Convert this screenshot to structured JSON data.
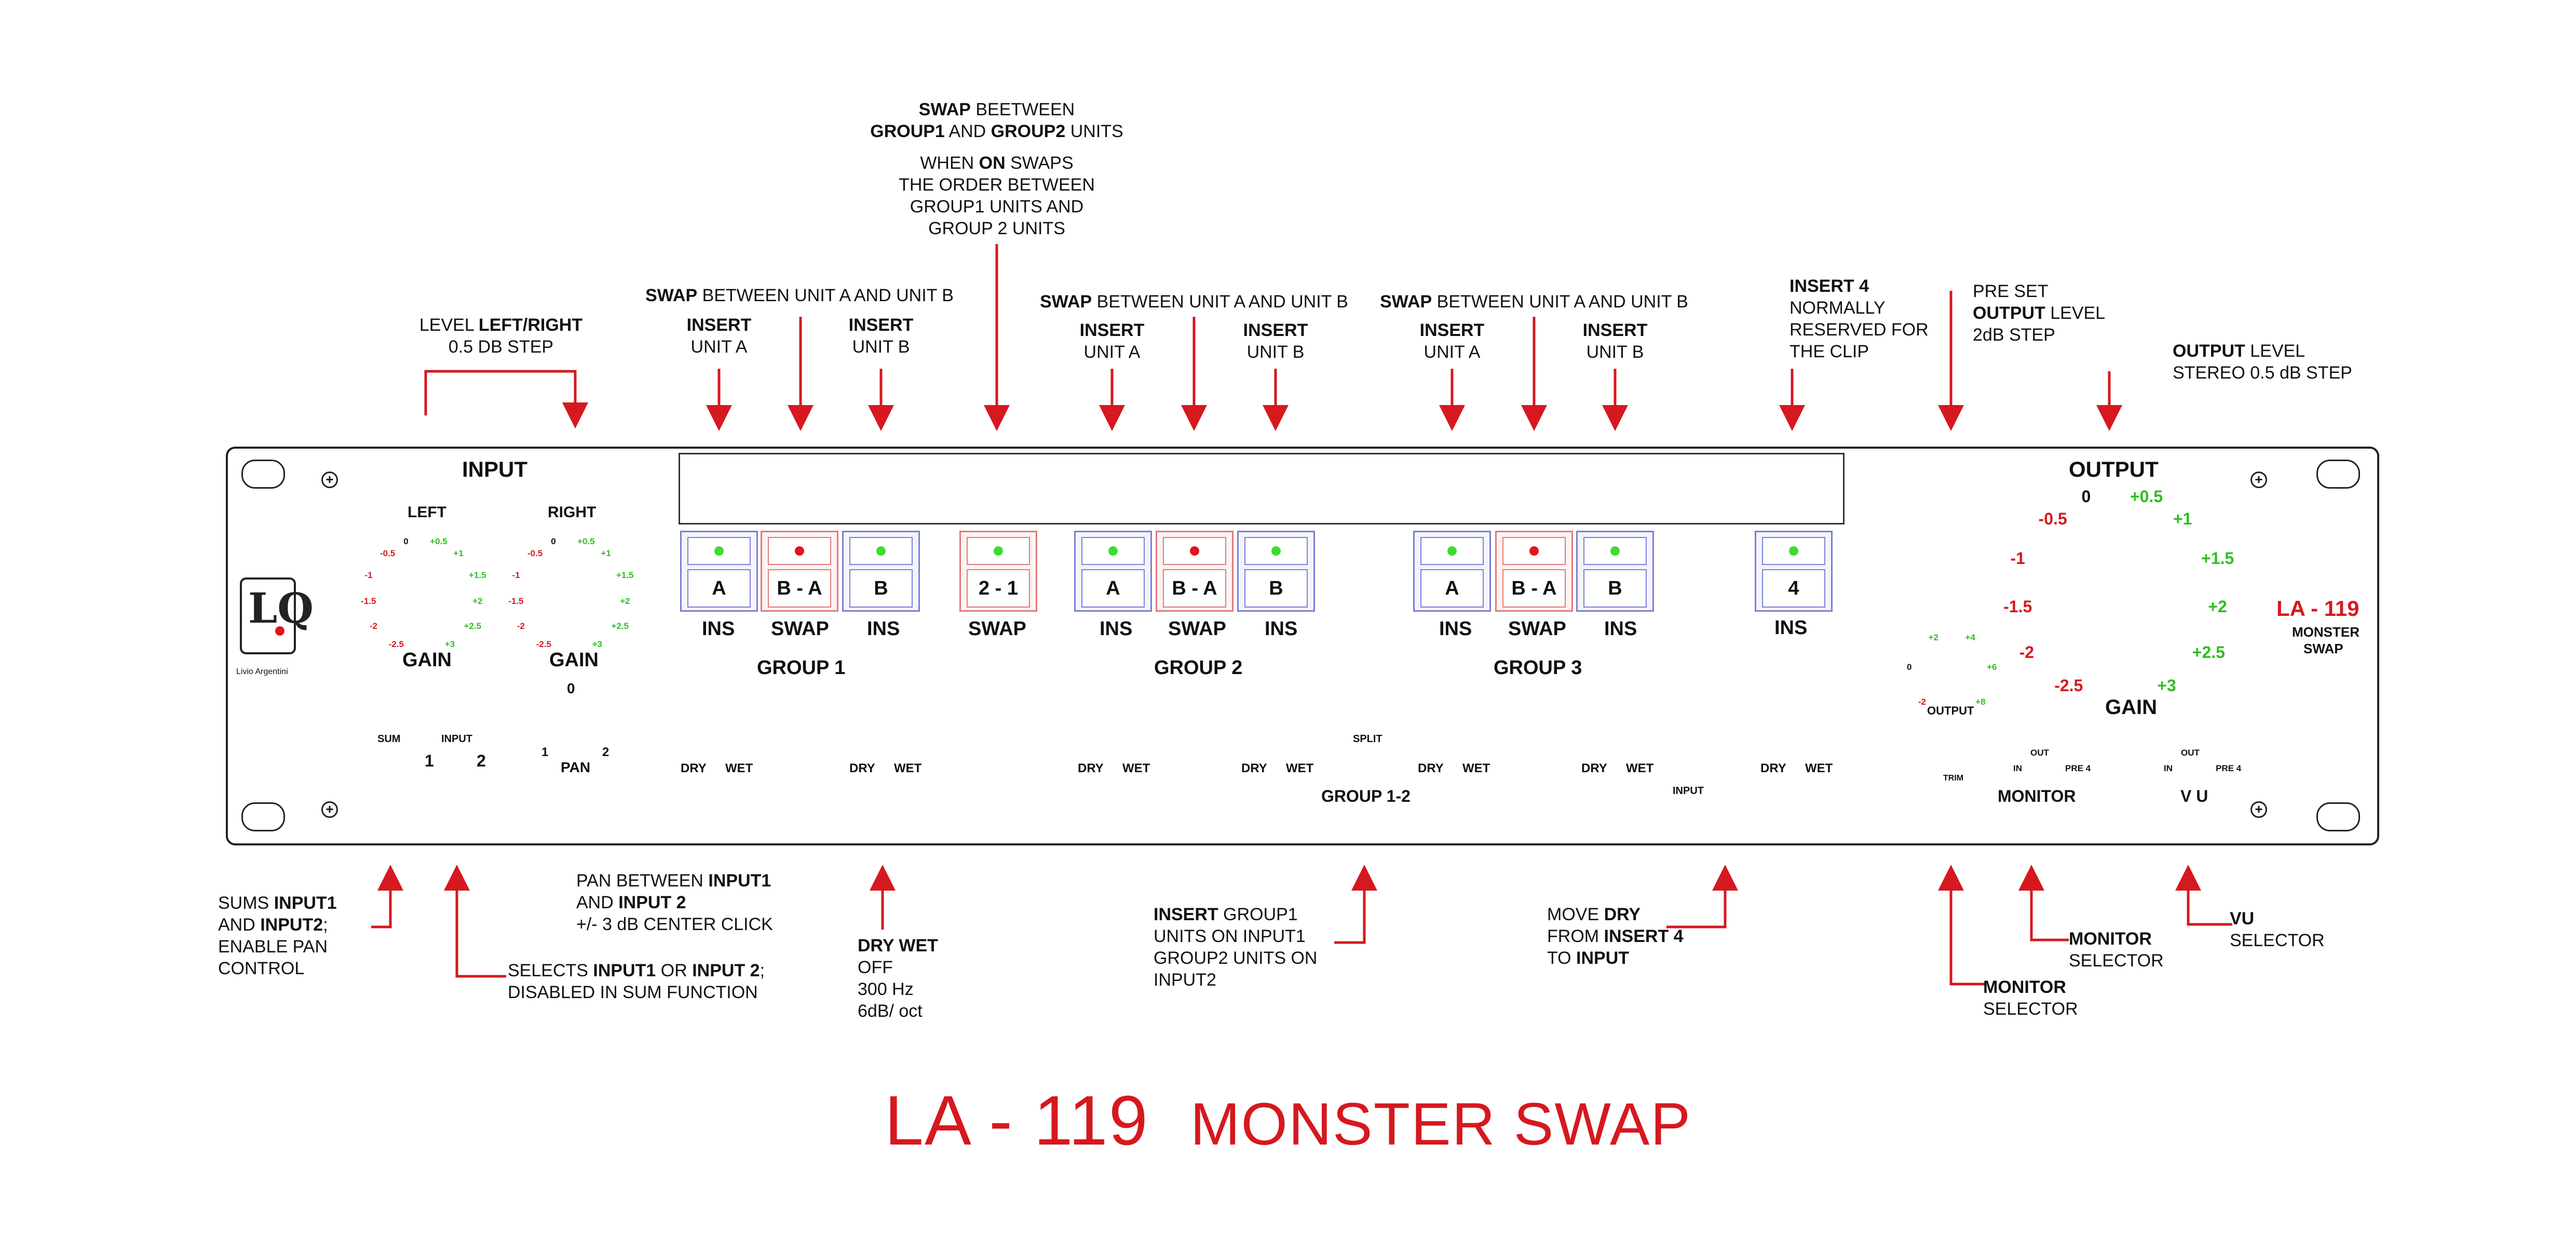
{
  "product": {
    "title_left": "LA - 119",
    "title_right": "MONSTER  SWAP",
    "badge_model": "LA - 119",
    "badge_line1": "MONSTER",
    "badge_line2": "SWAP",
    "logo_text": "LQ",
    "logo_caption": "Livio Argentini"
  },
  "colors": {
    "accent_red": "#d6181f",
    "knob_red": "#e3141b",
    "led_green": "#3ddc2f",
    "led_red": "#e3141b",
    "blue_frame": "#7b7fd6",
    "red_frame": "#e07a7a"
  },
  "annotations": {
    "level": [
      "LEVEL <b>LEFT/RIGHT</b>",
      "0.5 DB STEP"
    ],
    "swap_ab_1": "<b>SWAP</b> BETWEEN UNIT A AND UNIT B",
    "swap_ab_2": "<b>SWAP</b> BETWEEN UNIT A AND UNIT B",
    "swap_ab_3": "<b>SWAP</b> BETWEEN UNIT A AND UNIT B",
    "insert_a": [
      "<b>INSERT</b>",
      "UNIT A"
    ],
    "insert_b": [
      "<b>INSERT</b>",
      "UNIT B"
    ],
    "swap_groups": [
      "<b>SWAP</b> BEETWEEN",
      "<b>GROUP1</b> AND <b>GROUP2</b> UNITS"
    ],
    "swap_order": [
      "WHEN <b>ON</b> SWAPS",
      "THE ORDER BETWEEN",
      "GROUP1 UNITS AND",
      "GROUP 2 UNITS"
    ],
    "insert4": [
      "<b>INSERT 4</b>",
      "NORMALLY",
      "RESERVED FOR",
      "THE CLIP"
    ],
    "preset": [
      "PRE SET",
      "<b>OUTPUT</b> LEVEL",
      "2dB STEP"
    ],
    "output_level": [
      "<b>OUTPUT</b> LEVEL",
      "STEREO 0.5 dB STEP"
    ],
    "sums": [
      "SUMS <b>INPUT1</b>",
      "AND <b>INPUT2</b>;",
      "ENABLE PAN",
      "CONTROL"
    ],
    "selects": [
      "SELECTS <b>INPUT1</b> OR <b>INPUT 2</b>;",
      "DISABLED IN SUM FUNCTION"
    ],
    "pan": [
      "PAN BETWEEN <b>INPUT1</b>",
      "AND <b>INPUT 2</b>",
      "+/- 3 dB CENTER CLICK"
    ],
    "drywet": [
      "<b>DRY WET</b>",
      "OFF",
      "300 Hz",
      "6dB/ oct"
    ],
    "insert_group": [
      "<b>INSERT</b> GROUP1",
      "UNITS ON INPUT1",
      "GROUP2 UNITS ON",
      "INPUT2"
    ],
    "move_dry": [
      "MOVE  <b>DRY</b>",
      "FROM <b>INSERT 4</b>",
      "TO <b>INPUT</b>"
    ],
    "monitor_sel_1": [
      "<b>MONITOR</b>",
      "SELECTOR"
    ],
    "monitor_sel_2": [
      "<b>MONITOR</b>",
      "SELECTOR"
    ],
    "vu_sel": [
      "<b>VU</b>",
      "SELECTOR"
    ]
  },
  "panel": {
    "input_title": "INPUT",
    "left_label": "LEFT",
    "right_label": "RIGHT",
    "gain_label": "GAIN",
    "sum_label": "SUM",
    "input_label": "INPUT",
    "sel_1": "1",
    "sel_2": "2",
    "pan_label": "PAN",
    "pan_center": "0",
    "pan_left": "1",
    "pan_right": "2",
    "gain_ticks_neg": [
      "-0.5",
      "-1",
      "-1.5",
      "-2",
      "-2.5"
    ],
    "gain_ticks_pos": [
      "+0.5",
      "+1",
      "+1.5",
      "+2",
      "+2.5",
      "+3"
    ],
    "gain_zero": "0",
    "buttons": [
      {
        "cap": "A",
        "led": "green",
        "frame": "blue"
      },
      {
        "cap": "B - A",
        "led": "red",
        "frame": "red"
      },
      {
        "cap": "B",
        "led": "green",
        "frame": "blue"
      },
      {
        "cap": "2 - 1",
        "led": "green",
        "frame": "red"
      },
      {
        "cap": "A",
        "led": "green",
        "frame": "blue"
      },
      {
        "cap": "B - A",
        "led": "red",
        "frame": "red"
      },
      {
        "cap": "B",
        "led": "green",
        "frame": "blue"
      },
      {
        "cap": "A",
        "led": "green",
        "frame": "blue"
      },
      {
        "cap": "B - A",
        "led": "red",
        "frame": "red"
      },
      {
        "cap": "B",
        "led": "green",
        "frame": "blue"
      },
      {
        "cap": "4",
        "led": "green",
        "frame": "blue"
      }
    ],
    "ins_label": "INS",
    "swap_label": "SWAP",
    "group1": "GROUP 1",
    "group2": "GROUP 2",
    "group3": "GROUP 3",
    "group12": "GROUP 1-2",
    "split_label": "SPLIT",
    "dry_label": "DRY",
    "wet_label": "WET",
    "input_small": "INPUT",
    "output_title": "OUTPUT",
    "output_small": "OUTPUT",
    "trim_label": "TRIM",
    "monitor_label": "MONITOR",
    "vu_label": "V U",
    "in_label": "IN",
    "out_label": "OUT",
    "pre4_label": "PRE 4",
    "out_gain_neg": [
      "-0.5",
      "-1",
      "-1.5",
      "-2",
      "-2.5"
    ],
    "out_gain_pos": [
      "+0.5",
      "+1",
      "+1.5",
      "+2",
      "+2.5",
      "+3"
    ],
    "out_gain_zero": "0",
    "trim_ticks": [
      "-2",
      "0",
      "+2",
      "+4",
      "+6",
      "+8"
    ]
  }
}
